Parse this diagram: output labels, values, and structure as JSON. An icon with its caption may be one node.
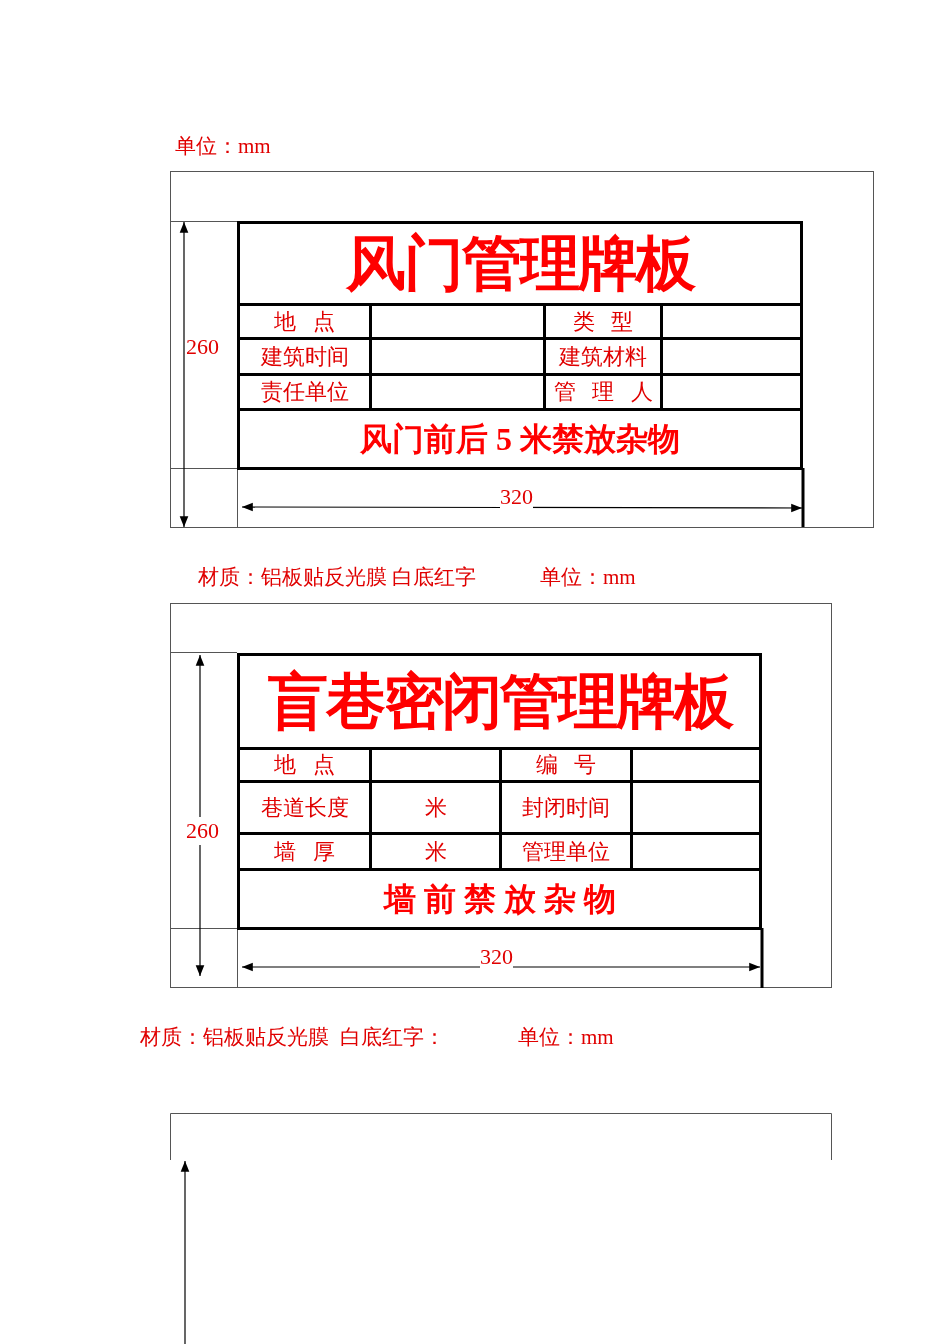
{
  "diagram": {
    "nodes": [
      {
        "text": [
          "风门管理牌板"
        ]
      },
      {
        "text": [
          "地 点"
        ],
        "in": 0
      },
      {
        "text": [],
        "shape": "box",
        "in": 0
      },
      {
        "text": [
          "类 型"
        ],
        "in": 0
      },
      {
        "text": [],
        "shape": "box",
        "in": 0
      },
      {
        "text": [
          "建筑时间"
        ],
        "in": 0
      },
      {
        "text": [],
        "shape": "box",
        "in": 0
      },
      {
        "text": [
          "建筑材料"
        ],
        "in": 0
      },
      {
        "text": [],
        "shape": "box",
        "in": 0
      },
      {
        "text": [
          "责任单位"
        ],
        "in": 0
      },
      {
        "text": [],
        "shape": "box",
        "in": 0
      },
      {
        "text": [
          "管 理 人"
        ],
        "in": 0
      },
      {
        "text": [],
        "shape": "box",
        "in": 0
      },
      {
        "text": [
          "风门前后 5 米禁放杂物"
        ],
        "in": 0
      },
      {
        "text": [
          "盲巷密闭管理牌板"
        ]
      },
      {
        "text": [
          "地 点"
        ],
        "in": 14
      },
      {
        "text": [],
        "shape": "box",
        "in": 14
      },
      {
        "text": [
          "编 号"
        ],
        "in": 14
      },
      {
        "text": [],
        "shape": "box",
        "in": 14
      },
      {
        "text": [
          "巷道长度"
        ],
        "in": 14
      },
      {
        "text": [
          "米"
        ],
        "in": 14
      },
      {
        "text": [
          "封闭时间"
        ],
        "in": 14
      },
      {
        "text": [],
        "shape": "box",
        "in": 14
      },
      {
        "text": [
          "墙 厚"
        ],
        "in": 14
      },
      {
        "text": [
          "米"
        ],
        "in": 14
      },
      {
        "text": [
          "管理单位"
        ],
        "in": 14
      },
      {
        "text": [],
        "shape": "box",
        "in": 14
      },
      {
        "text": [
          "墙 前 禁 放 杂 物"
        ],
        "in": 14
      }
    ],
    "edges": [],
    "labels": [
      "单位：mm",
      "260",
      "320",
      "材质：铝板贴反光膜 白底红字",
      "单位：mm",
      "260",
      "320",
      "材质：铝板贴反光膜  白底红字：",
      "单位：mm"
    ]
  }
}
